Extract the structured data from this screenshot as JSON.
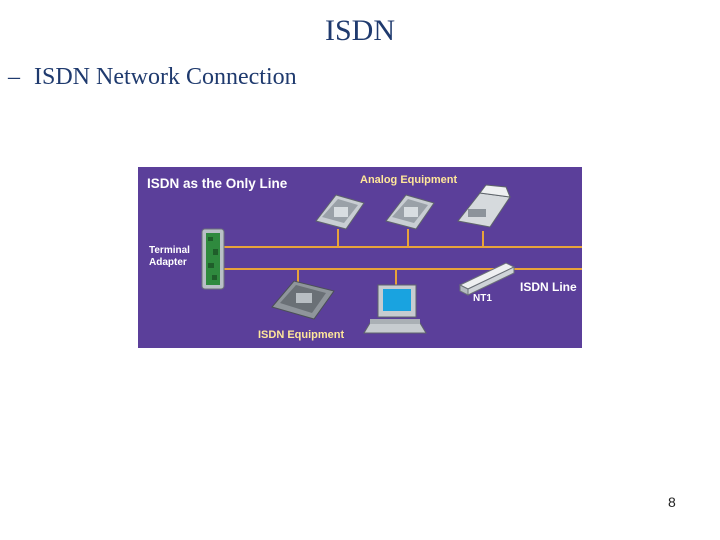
{
  "slide": {
    "title": "ISDN",
    "bullet_marker": "–",
    "bullet_text": "ISDN Network Connection",
    "page_number": "8"
  },
  "diagram": {
    "heading": "ISDN as the Only Line",
    "analog_label": "Analog Equipment",
    "terminal_adapter_label_line1": "Terminal",
    "terminal_adapter_label_line2": "Adapter",
    "isdn_line_label": "ISDN Line",
    "nt1_label": "NT1",
    "isdn_equipment_label": "ISDN Equipment",
    "colors": {
      "background": "#5b3f9a",
      "line": "#e8a33a",
      "text": "#ffffff",
      "accent_label": "#ffe79a"
    }
  }
}
